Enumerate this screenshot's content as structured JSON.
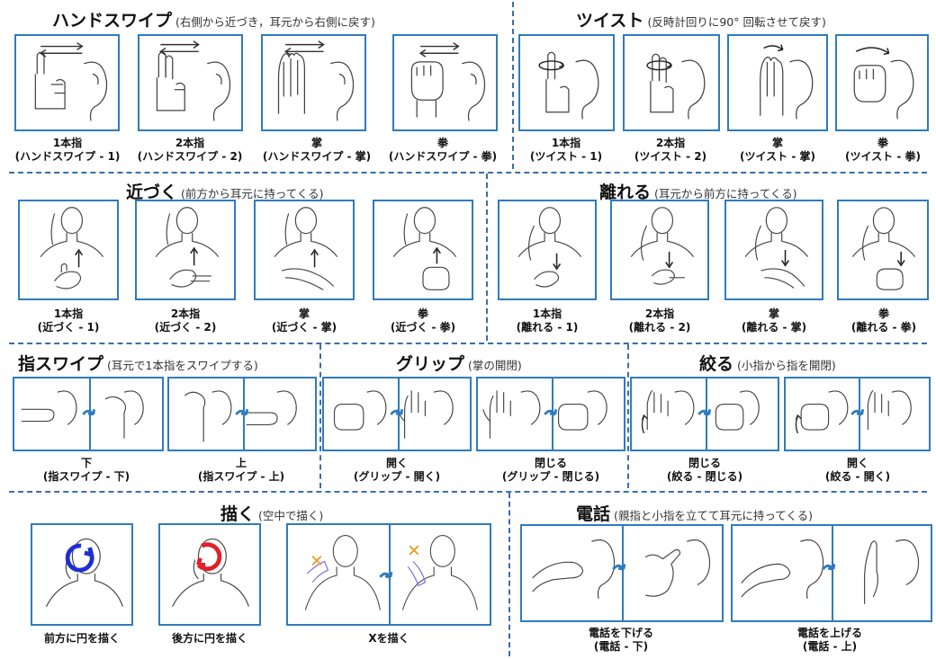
{
  "sections": {
    "hand_swipe": {
      "title": "ハンドスワイプ",
      "desc": "(右側から近づき，耳元から右側に戻す)"
    },
    "twist": {
      "title": "ツイスト",
      "desc": "(反時計回りに90° 回転させて戻す)"
    },
    "approach": {
      "title": "近づく",
      "desc": "(前方から耳元に持ってくる)"
    },
    "leave": {
      "title": "離れる",
      "desc": "(耳元から前方に持ってくる)"
    },
    "finger_swipe": {
      "title": "指スワイプ",
      "desc": "(耳元で1本指をスワイプする)"
    },
    "grip": {
      "title": "グリップ",
      "desc": "(掌の開閉)"
    },
    "squeeze": {
      "title": "絞る",
      "desc": "(小指から指を開閉)"
    },
    "draw": {
      "title": "描く",
      "desc": "(空中で描く)"
    },
    "phone": {
      "title": "電話",
      "desc": "(親指と小指を立てて耳元に持ってくる)"
    }
  },
  "captions": {
    "hs1": [
      "1本指",
      "(ハンドスワイプ - 1)"
    ],
    "hs2": [
      "2本指",
      "(ハンドスワイプ - 2)"
    ],
    "hs3": [
      "掌",
      "(ハンドスワイプ - 掌)"
    ],
    "hs4": [
      "拳",
      "(ハンドスワイプ - 拳)"
    ],
    "tw1": [
      "1本指",
      "(ツイスト - 1)"
    ],
    "tw2": [
      "2本指",
      "(ツイスト - 2)"
    ],
    "tw3": [
      "掌",
      "(ツイスト - 掌)"
    ],
    "tw4": [
      "拳",
      "(ツイスト - 拳)"
    ],
    "ap1": [
      "1本指",
      "(近づく - 1)"
    ],
    "ap2": [
      "2本指",
      "(近づく - 2)"
    ],
    "ap3": [
      "掌",
      "(近づく - 掌)"
    ],
    "ap4": [
      "拳",
      "(近づく - 拳)"
    ],
    "lv1": [
      "1本指",
      "(離れる - 1)"
    ],
    "lv2": [
      "2本指",
      "(離れる - 2)"
    ],
    "lv3": [
      "掌",
      "(離れる - 掌)"
    ],
    "lv4": [
      "拳",
      "(離れる - 拳)"
    ],
    "fs1": [
      "下",
      "(指スワイプ - 下)"
    ],
    "fs2": [
      "上",
      "(指スワイプ - 上)"
    ],
    "gp1": [
      "開く",
      "(グリップ - 開く)"
    ],
    "gp2": [
      "閉じる",
      "(グリップ - 閉じる)"
    ],
    "sq1": [
      "閉じる",
      "(絞る - 閉じる)"
    ],
    "sq2": [
      "開く",
      "(絞る - 開く)"
    ],
    "dr1": [
      "前方に円を描く"
    ],
    "dr2": [
      "後方に円を描く"
    ],
    "dr3": [
      "Xを描く"
    ],
    "ph1": [
      "電話を下げる",
      "(電話 - 下)"
    ],
    "ph2": [
      "電話を上げる",
      "(電話 - 上)"
    ]
  },
  "colors": {
    "frame": "#2f7bbf",
    "divider": "#3a6ea8",
    "arrow_blue": "#2f7bbf",
    "circle_front": "#1f2ed1",
    "circle_back": "#e0202a",
    "accent_orange": "#e8a030"
  }
}
